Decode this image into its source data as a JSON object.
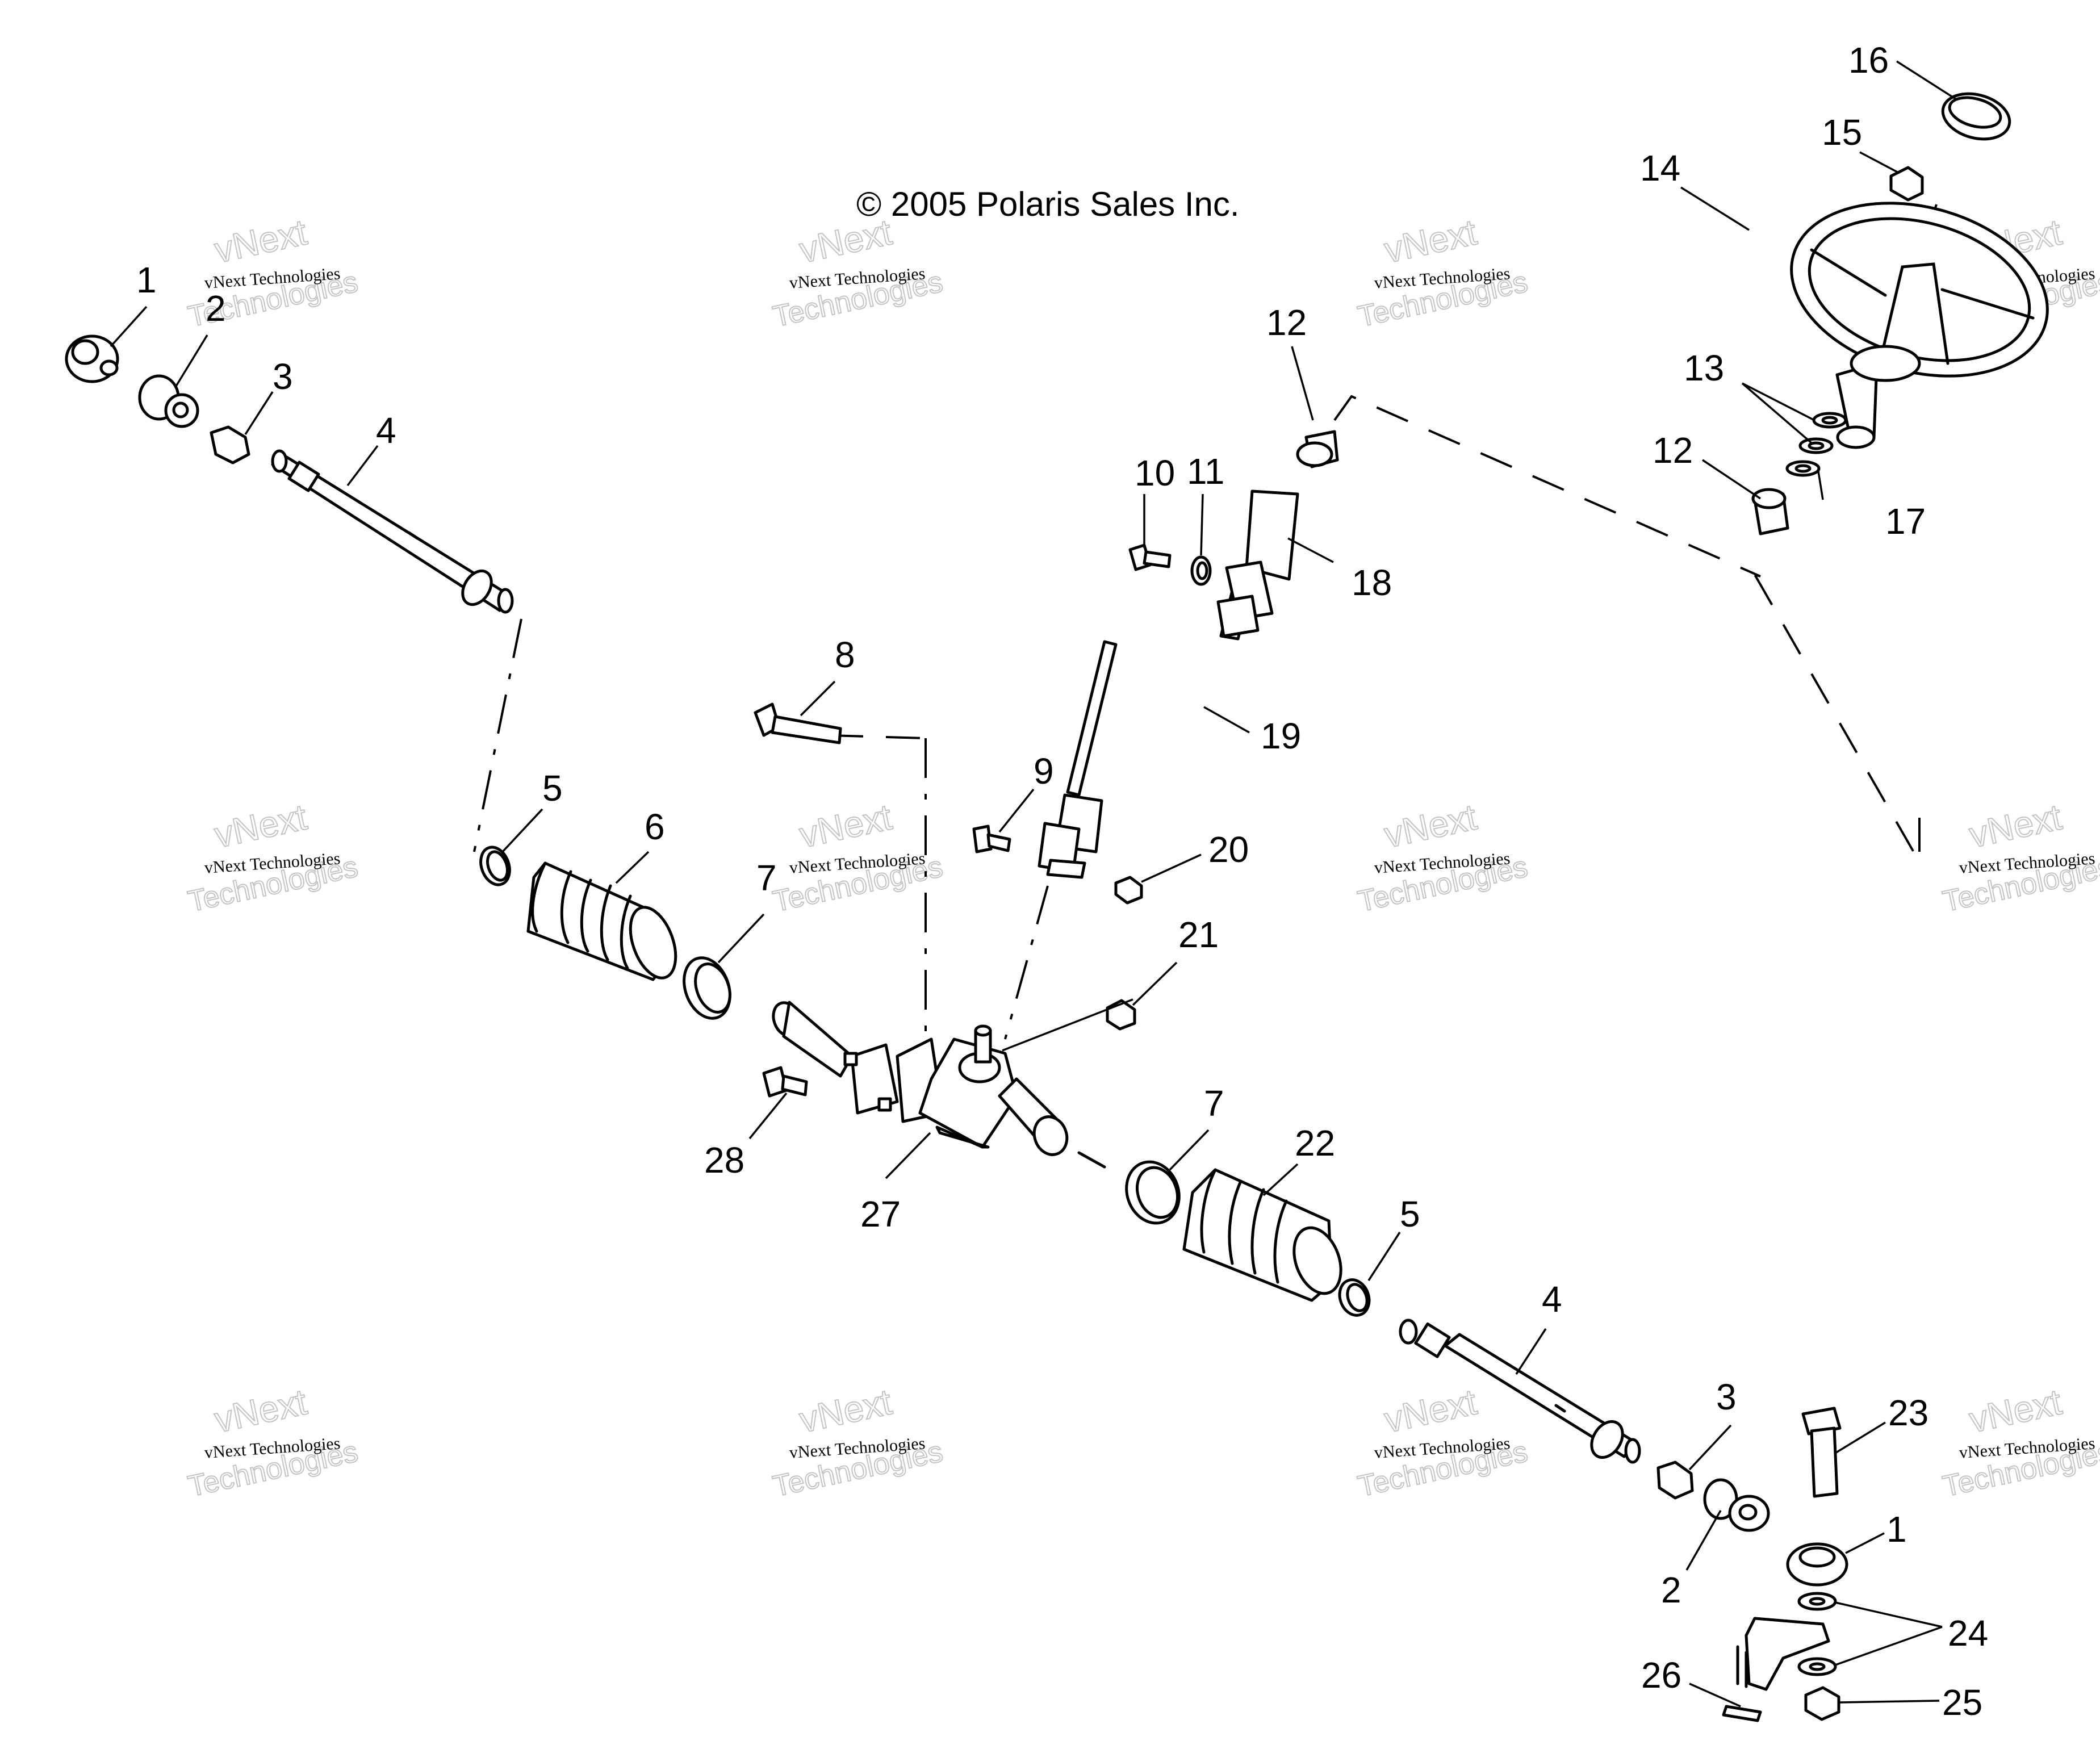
{
  "copyright": "© 2005 Polaris Sales Inc.",
  "watermark": {
    "line1": "vNext Technologies",
    "line2": "vNext",
    "line3": "Technologies"
  },
  "callouts": [
    {
      "id": "c1a",
      "label": "1"
    },
    {
      "id": "c2a",
      "label": "2"
    },
    {
      "id": "c3a",
      "label": "3"
    },
    {
      "id": "c4a",
      "label": "4"
    },
    {
      "id": "c5a",
      "label": "5"
    },
    {
      "id": "c6",
      "label": "6"
    },
    {
      "id": "c7a",
      "label": "7"
    },
    {
      "id": "c8",
      "label": "8"
    },
    {
      "id": "c9",
      "label": "9"
    },
    {
      "id": "c10",
      "label": "10"
    },
    {
      "id": "c11",
      "label": "11"
    },
    {
      "id": "c12a",
      "label": "12"
    },
    {
      "id": "c12b",
      "label": "12"
    },
    {
      "id": "c13",
      "label": "13"
    },
    {
      "id": "c14",
      "label": "14"
    },
    {
      "id": "c15",
      "label": "15"
    },
    {
      "id": "c16",
      "label": "16"
    },
    {
      "id": "c17",
      "label": "17"
    },
    {
      "id": "c18",
      "label": "18"
    },
    {
      "id": "c19",
      "label": "19"
    },
    {
      "id": "c20",
      "label": "20"
    },
    {
      "id": "c21",
      "label": "21"
    },
    {
      "id": "c7b",
      "label": "7"
    },
    {
      "id": "c22",
      "label": "22"
    },
    {
      "id": "c5b",
      "label": "5"
    },
    {
      "id": "c4b",
      "label": "4"
    },
    {
      "id": "c3b",
      "label": "3"
    },
    {
      "id": "c23",
      "label": "23"
    },
    {
      "id": "c1b",
      "label": "1"
    },
    {
      "id": "c2b",
      "label": "2"
    },
    {
      "id": "c24",
      "label": "24"
    },
    {
      "id": "c25",
      "label": "25"
    },
    {
      "id": "c26",
      "label": "26"
    },
    {
      "id": "c27",
      "label": "27"
    },
    {
      "id": "c28",
      "label": "28"
    }
  ]
}
